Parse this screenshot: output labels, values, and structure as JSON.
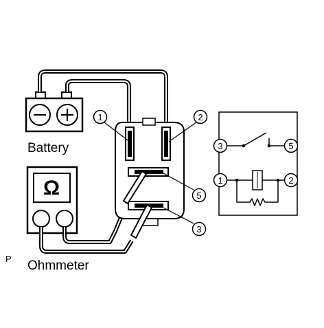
{
  "labels": {
    "battery": "Battery",
    "ohmmeter": "Ohmmeter",
    "corner": "P"
  },
  "battery": {
    "minus_symbol": "−",
    "plus_symbol": "+"
  },
  "ohmmeter": {
    "unit_symbol": "Ω"
  },
  "relay_terminals": [
    "1",
    "2",
    "5",
    "3"
  ],
  "schematic_terminals": [
    "3",
    "5",
    "1",
    "2"
  ]
}
